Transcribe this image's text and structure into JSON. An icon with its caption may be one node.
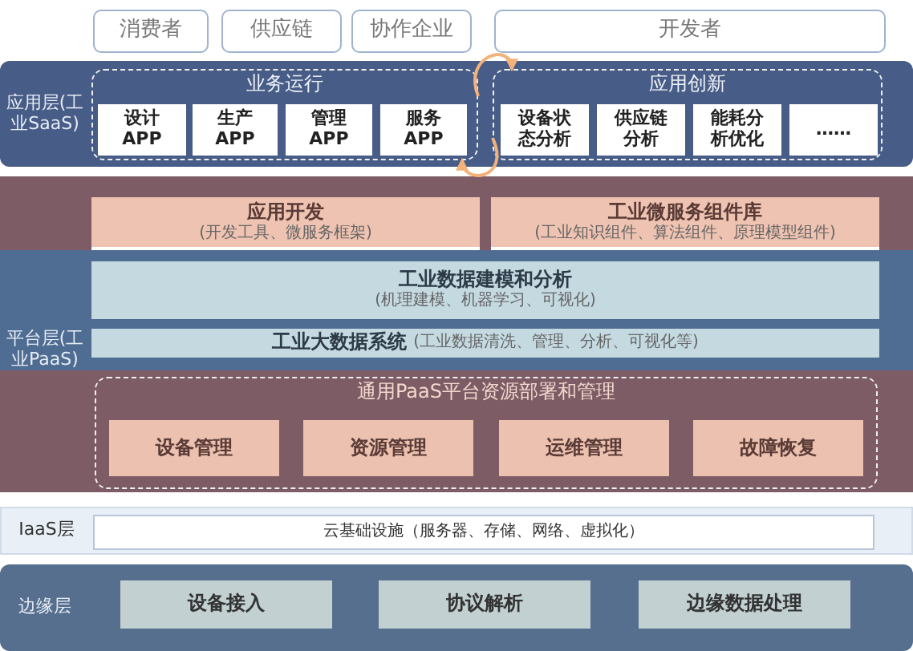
{
  "diagram": {
    "nodes": [
      {
        "text": [
          "消费者"
        ]
      },
      {
        "text": [
          "供应链"
        ]
      },
      {
        "text": [
          "协作企业"
        ]
      },
      {
        "text": [
          "开发者"
        ]
      },
      {
        "text": [
          "应用层(工业SaaS)"
        ]
      },
      {
        "text": [
          "业务运行"
        ],
        "in": 4
      },
      {
        "text": [
          "设计APP"
        ],
        "in": 5
      },
      {
        "text": [
          "生产APP"
        ],
        "in": 5
      },
      {
        "text": [
          "管理APP"
        ],
        "in": 5
      },
      {
        "text": [
          "服务APP"
        ],
        "in": 5
      },
      {
        "text": [
          "应用创新"
        ],
        "in": 4
      },
      {
        "text": [
          "设备状态分析"
        ],
        "in": 10
      },
      {
        "text": [
          "供应链分析"
        ],
        "in": 10
      },
      {
        "text": [
          "能耗分析优化"
        ],
        "in": 10
      },
      {
        "text": [
          "……"
        ],
        "in": 10
      },
      {
        "text": [
          "平台层(工业PaaS)"
        ]
      },
      {
        "text": [
          "应用开发",
          "(开发工具、微服务框架)"
        ],
        "in": 15
      },
      {
        "text": [
          "工业微服务组件库",
          "(工业知识组件、算法组件、原理模型组件)"
        ],
        "in": 15
      },
      {
        "text": [
          "工业数据建模和分析",
          "(机理建模、机器学习、可视化)"
        ],
        "in": 15
      },
      {
        "text": [
          "工业大数据系统",
          "(工业数据清洗、管理、分析、可视化等)"
        ],
        "in": 15
      },
      {
        "text": [
          "通用PaaS平台资源部署和管理"
        ],
        "in": 15
      },
      {
        "text": [
          "设备管理"
        ],
        "in": 20
      },
      {
        "text": [
          "资源管理"
        ],
        "in": 20
      },
      {
        "text": [
          "运维管理"
        ],
        "in": 20
      },
      {
        "text": [
          "故障恢复"
        ],
        "in": 20
      },
      {
        "text": [
          "IaaS层"
        ]
      },
      {
        "text": [
          "云基础设施（服务器、存储、网络、虚拟化）"
        ],
        "in": 25
      },
      {
        "text": [
          "边缘层"
        ]
      },
      {
        "text": [
          "设备接入"
        ],
        "in": 27
      },
      {
        "text": [
          "协议解析"
        ],
        "in": 27
      },
      {
        "text": [
          "边缘数据处理"
        ],
        "in": 27
      }
    ],
    "edges": [
      {
        "from": 5,
        "to": 10,
        "arrow": "to"
      },
      {
        "from": 10,
        "to": 5,
        "arrow": "to"
      }
    ]
  }
}
